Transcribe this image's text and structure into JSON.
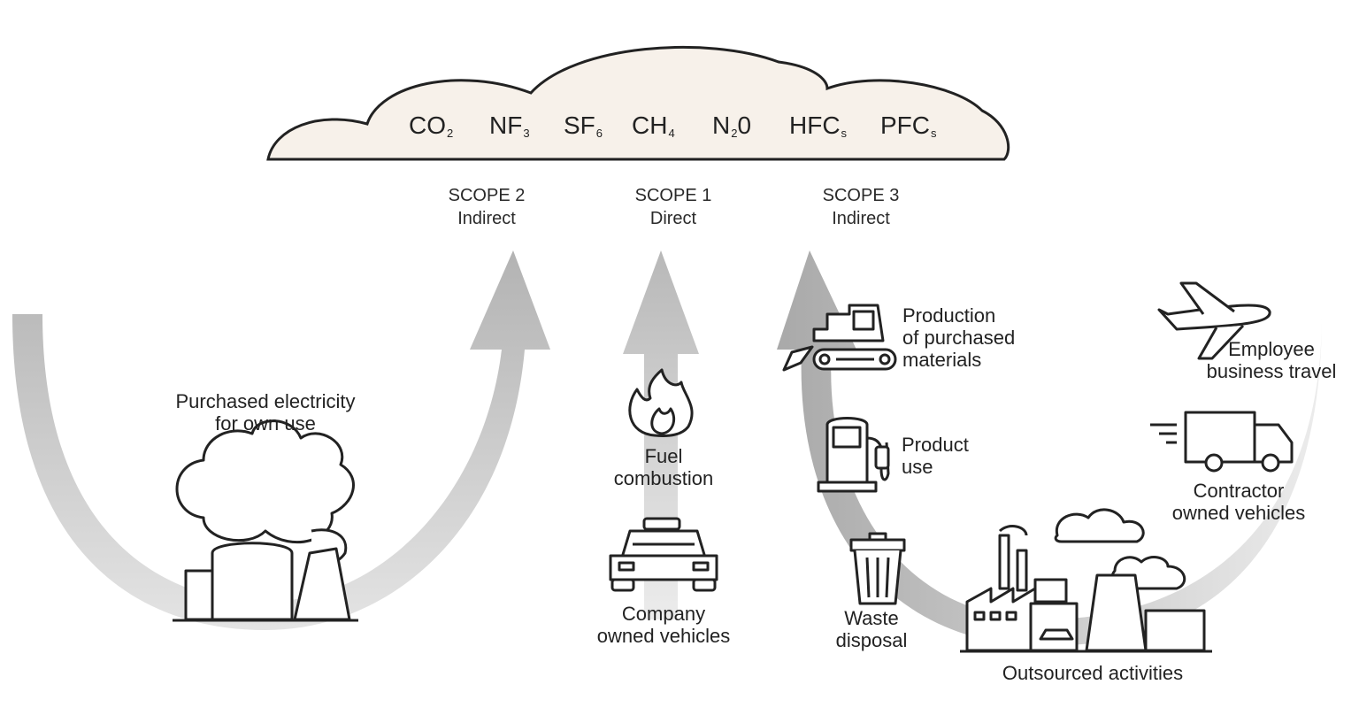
{
  "gases": [
    {
      "base": "CO",
      "sub": "2"
    },
    {
      "base": "NF",
      "sub": "3"
    },
    {
      "base": "SF",
      "sub": "6"
    },
    {
      "base": "CH",
      "sub": "4"
    },
    {
      "base": "N",
      "sub": "2",
      "tail": "0"
    },
    {
      "base": "HFC",
      "sub": "s"
    },
    {
      "base": "PFC",
      "sub": "s"
    }
  ],
  "scopes": {
    "scope2": {
      "title": "SCOPE 2",
      "type": "Indirect"
    },
    "scope1": {
      "title": "SCOPE 1",
      "type": "Direct"
    },
    "scope3": {
      "title": "SCOPE 3",
      "type": "Indirect"
    }
  },
  "labels": {
    "purchased_electricity": [
      "Purchased electricity",
      "for own use"
    ],
    "fuel_combustion": [
      "Fuel",
      "combustion"
    ],
    "company_vehicles": [
      "Company",
      "owned vehicles"
    ],
    "production": [
      "Production",
      "of purchased",
      "materials"
    ],
    "product_use": [
      "Product",
      "use"
    ],
    "waste": [
      "Waste",
      "disposal"
    ],
    "employee_travel": [
      "Employee",
      "business travel"
    ],
    "contractor_vehicles": [
      "Contractor",
      "owned vehicles"
    ],
    "outsourced": "Outsourced activities"
  },
  "colors": {
    "arrow": "#cfcfcf",
    "arrow_dark": "#a9a9a9",
    "cloud_fill": "#f7f1ea",
    "stroke": "#222222"
  },
  "icons": [
    "cloud-icon",
    "power-plant-icon",
    "flame-icon",
    "car-icon",
    "bulldozer-icon",
    "fuel-pump-icon",
    "trash-can-icon",
    "airplane-icon",
    "truck-icon",
    "factory-icon"
  ]
}
